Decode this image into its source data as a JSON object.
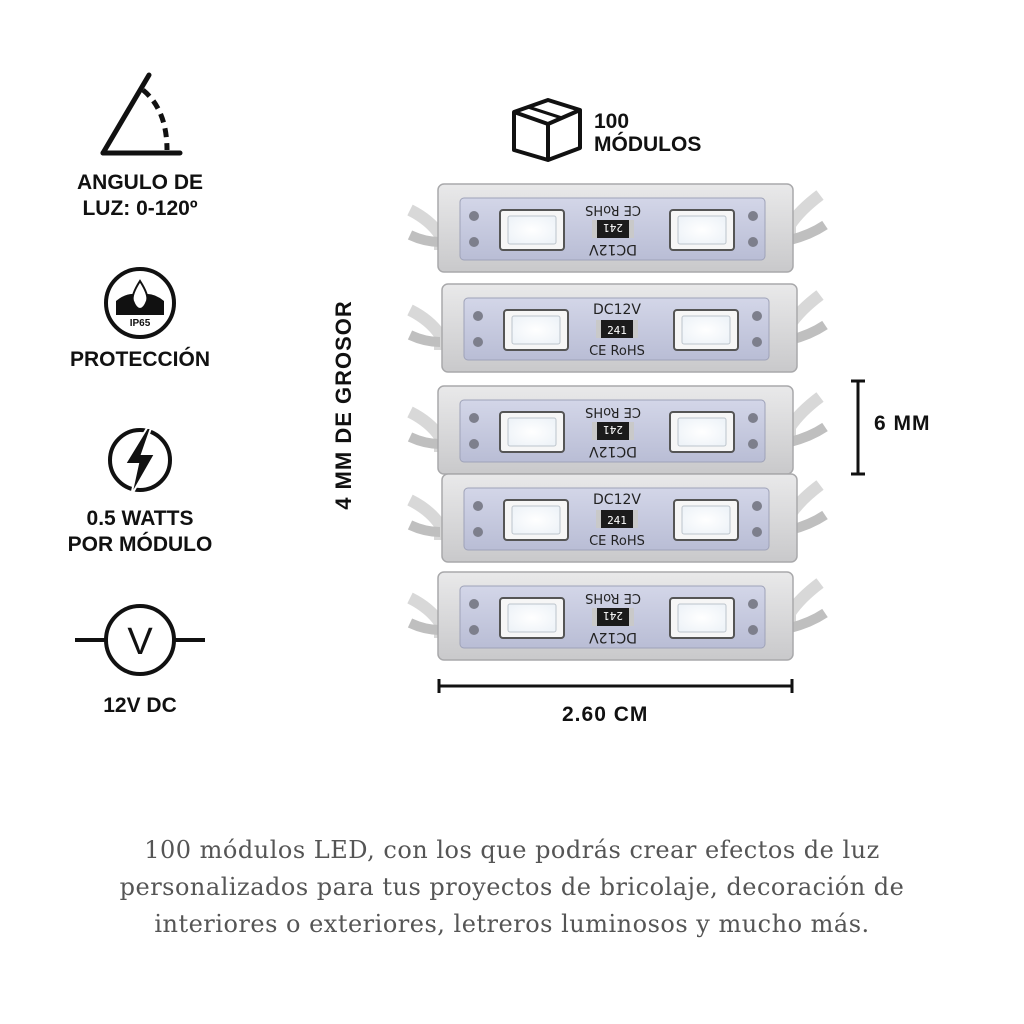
{
  "features": [
    {
      "icon": "light-angle-icon",
      "label": "ANGULO DE\nLUZ: 0-120º"
    },
    {
      "icon": "ip65-drop-icon",
      "badge": "IP65",
      "label": "PROTECCIÓN"
    },
    {
      "icon": "lightning-icon",
      "label": "0.5 WATTS\nPOR MÓDULO"
    },
    {
      "icon": "voltmeter-icon",
      "symbol": "V",
      "label": "12V DC"
    }
  ],
  "box": {
    "icon": "package-box-icon",
    "label": "100\nMÓDULOS"
  },
  "dimensions": {
    "thickness": "4 MM DE GROSOR",
    "height": "6 MM",
    "width": "2.60 CM"
  },
  "module_markings": {
    "voltage": "DC12V",
    "resistor": "241",
    "cert": "CE RoHS"
  },
  "caption": "100 módulos LED, con los que podrás crear efectos de luz\npersonalizados para tus proyectos de bricolaje, decoración de\ninteriores o exteriores, letreros luminosos y mucho más."
}
